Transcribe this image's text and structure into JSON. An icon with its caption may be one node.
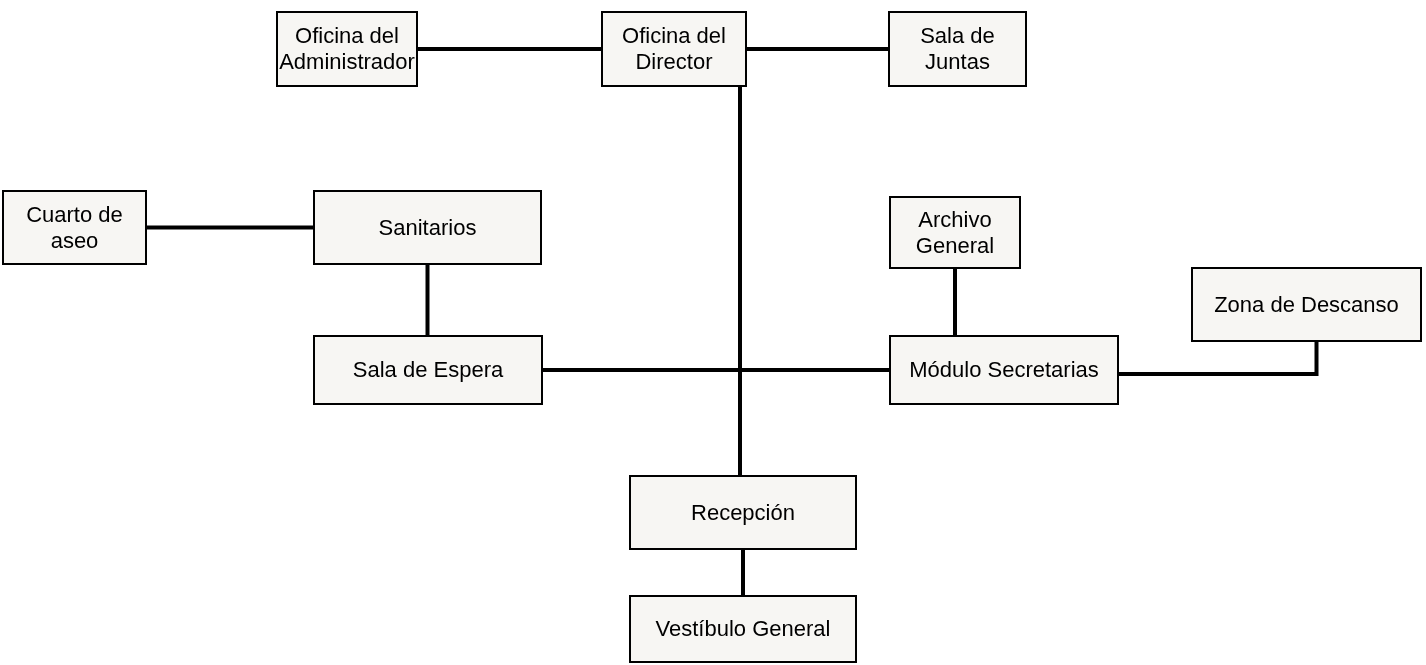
{
  "diagram": {
    "nodes": [
      {
        "text": [
          "Oficina del Administrador"
        ]
      },
      {
        "text": [
          "Oficina del Director"
        ]
      },
      {
        "text": [
          "Sala de Juntas"
        ]
      },
      {
        "text": [
          "Cuarto de aseo"
        ]
      },
      {
        "text": [
          "Sanitarios"
        ]
      },
      {
        "text": [
          "Archivo General"
        ]
      },
      {
        "text": [
          "Zona de Descanso"
        ]
      },
      {
        "text": [
          "Sala de Espera"
        ]
      },
      {
        "text": [
          "Módulo Secretarias"
        ]
      },
      {
        "text": [
          "Recepción"
        ]
      },
      {
        "text": [
          "Vestíbulo General"
        ]
      }
    ],
    "edges": [
      {
        "from": 0,
        "to": 1,
        "arrow": "none"
      },
      {
        "from": 1,
        "to": 2,
        "arrow": "none"
      },
      {
        "from": 1,
        "to": 9,
        "arrow": "none"
      },
      {
        "from": 3,
        "to": 4,
        "arrow": "none"
      },
      {
        "from": 4,
        "to": 7,
        "arrow": "none"
      },
      {
        "from": 7,
        "to": 8,
        "arrow": "none"
      },
      {
        "from": 5,
        "to": 8,
        "arrow": "none"
      },
      {
        "from": 8,
        "to": 6,
        "arrow": "none"
      },
      {
        "from": 9,
        "to": 10,
        "arrow": "none"
      }
    ]
  }
}
